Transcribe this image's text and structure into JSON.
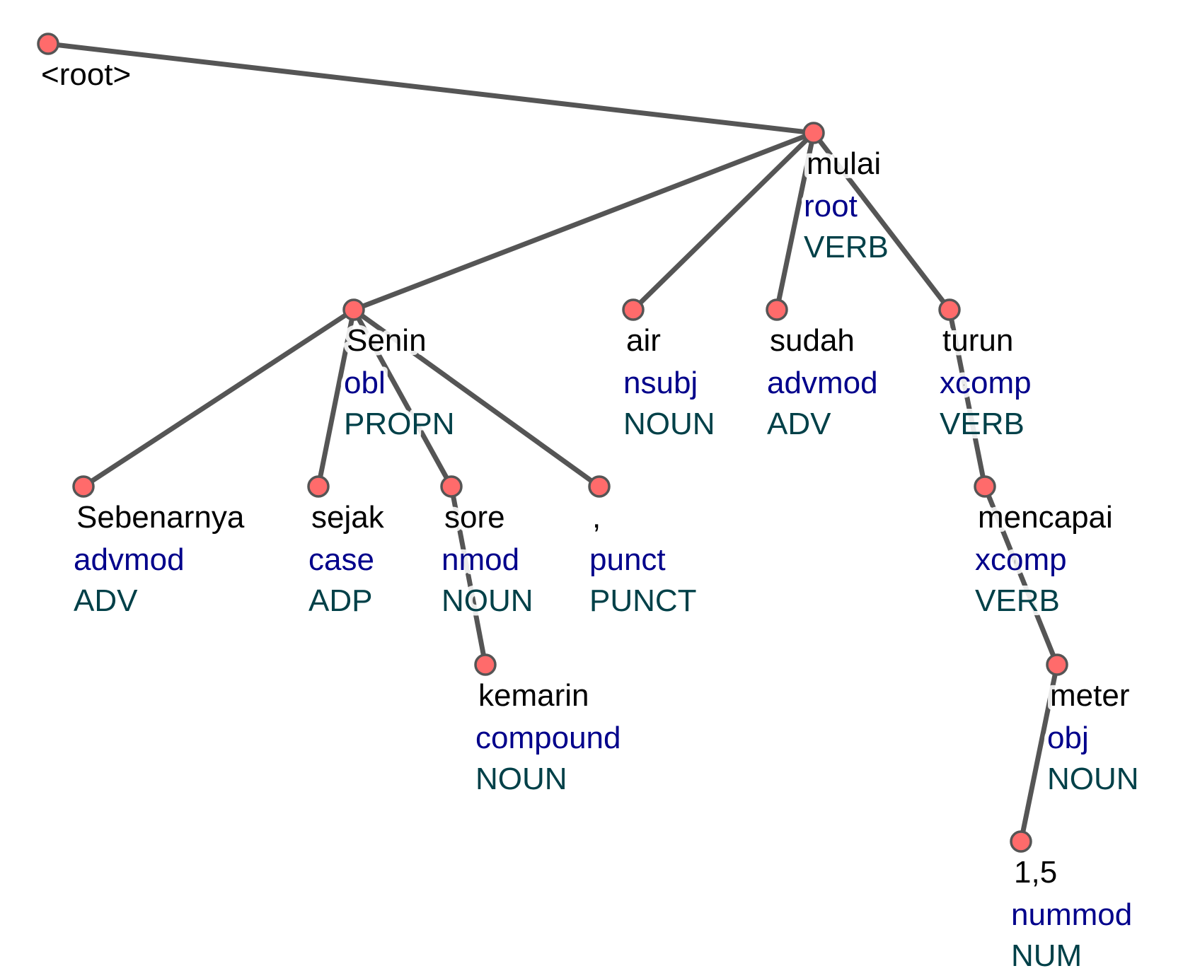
{
  "nodes": [
    {
      "id": "root",
      "form": "<root>",
      "rel": "",
      "pos": ""
    },
    {
      "id": "mulai",
      "form": "mulai",
      "rel": "root",
      "pos": "VERB"
    },
    {
      "id": "senin",
      "form": "Senin",
      "rel": "obl",
      "pos": "PROPN"
    },
    {
      "id": "air",
      "form": "air",
      "rel": "nsubj",
      "pos": "NOUN"
    },
    {
      "id": "sudah",
      "form": "sudah",
      "rel": "advmod",
      "pos": "ADV"
    },
    {
      "id": "turun",
      "form": "turun",
      "rel": "xcomp",
      "pos": "VERB"
    },
    {
      "id": "sebenarnya",
      "form": "Sebenarnya",
      "rel": "advmod",
      "pos": "ADV"
    },
    {
      "id": "sejak",
      "form": "sejak",
      "rel": "case",
      "pos": "ADP"
    },
    {
      "id": "sore",
      "form": "sore",
      "rel": "nmod",
      "pos": "NOUN"
    },
    {
      "id": "comma",
      "form": ",",
      "rel": "punct",
      "pos": "PUNCT"
    },
    {
      "id": "mencapai",
      "form": "mencapai",
      "rel": "xcomp",
      "pos": "VERB"
    },
    {
      "id": "kemarin",
      "form": "kemarin",
      "rel": "compound",
      "pos": "NOUN"
    },
    {
      "id": "meter",
      "form": "meter",
      "rel": "obj",
      "pos": "NOUN"
    },
    {
      "id": "num",
      "form": "1,5",
      "rel": "nummod",
      "pos": "NUM"
    }
  ],
  "edges": [
    [
      "root",
      "mulai"
    ],
    [
      "mulai",
      "senin"
    ],
    [
      "mulai",
      "air"
    ],
    [
      "mulai",
      "sudah"
    ],
    [
      "mulai",
      "turun"
    ],
    [
      "senin",
      "sebenarnya"
    ],
    [
      "senin",
      "sejak"
    ],
    [
      "senin",
      "sore"
    ],
    [
      "senin",
      "comma"
    ],
    [
      "sore",
      "kemarin"
    ],
    [
      "turun",
      "mencapai"
    ],
    [
      "mencapai",
      "meter"
    ],
    [
      "meter",
      "num"
    ]
  ],
  "colors": {
    "node_fill": "#ff6b6b",
    "edge": "#555555",
    "form_text": "#000000",
    "relation_text": "#00008b",
    "pos_text": "#004048"
  }
}
